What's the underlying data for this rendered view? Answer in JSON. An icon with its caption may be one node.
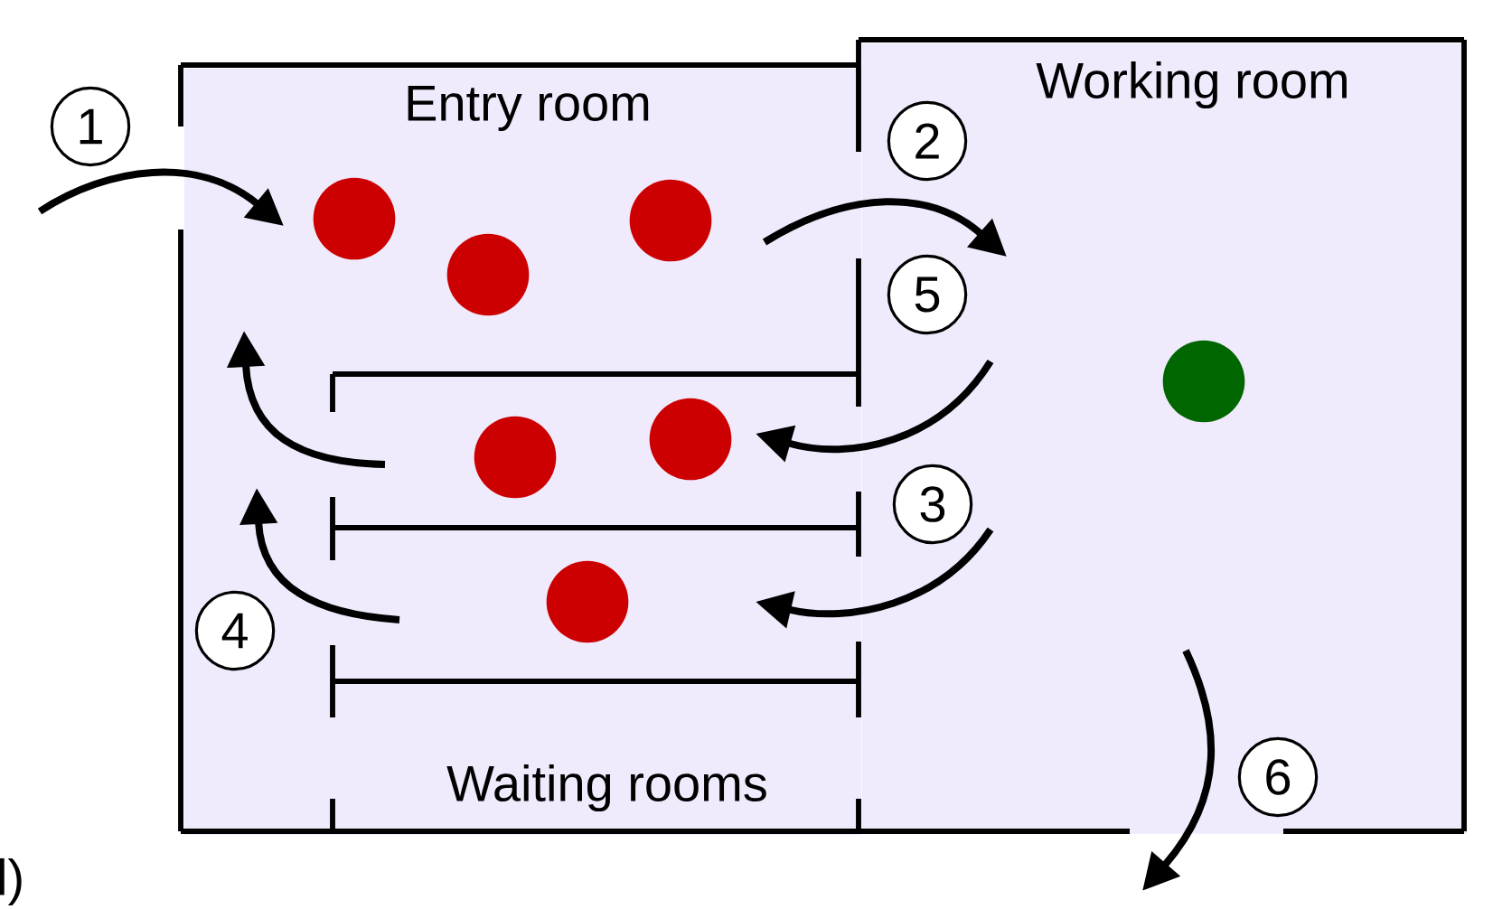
{
  "diagram": {
    "nodes": [
      {
        "text": [
          "Entry room",
          "Waiting rooms"
        ]
      },
      {
        "text": [
          "Working room"
        ]
      },
      {
        "text": [
          "1"
        ]
      },
      {
        "text": [
          "2"
        ],
        "in": 1
      },
      {
        "text": [
          "5"
        ],
        "in": 1
      },
      {
        "text": [
          "3"
        ],
        "in": 1
      },
      {
        "text": [
          "4"
        ],
        "in": 0
      },
      {
        "text": [
          "6"
        ],
        "in": 1
      }
    ],
    "labels": [
      "l)"
    ]
  }
}
